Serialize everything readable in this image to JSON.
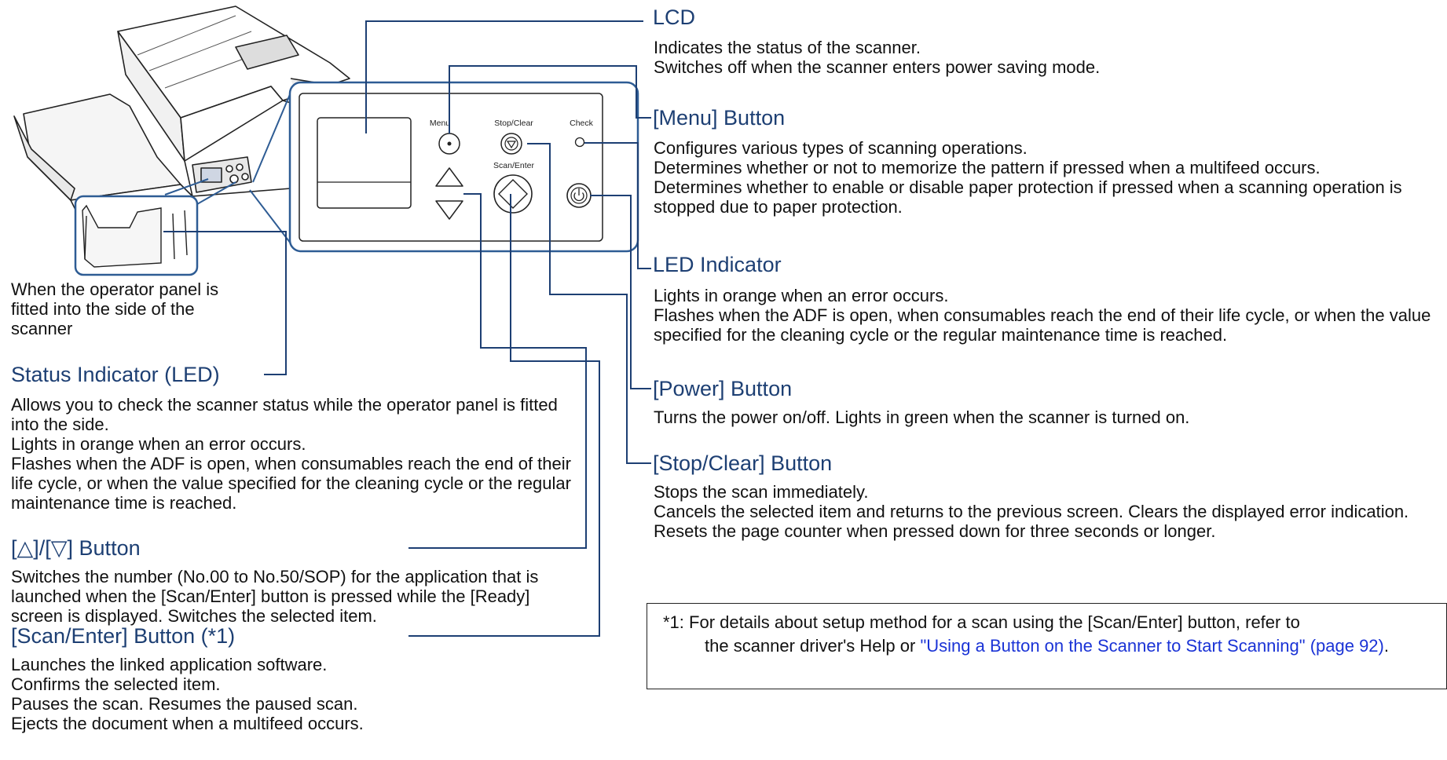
{
  "panel": {
    "menu_label": "Menu",
    "stop_label": "Stop/Clear",
    "check_label": "Check",
    "scan_label": "Scan/Enter"
  },
  "side_caption": [
    "When the operator panel is",
    "fitted into the side of the",
    "scanner"
  ],
  "sections": {
    "lcd": {
      "title": "LCD",
      "lines": [
        "Indicates the status of the scanner.",
        "Switches off when the scanner enters power saving mode."
      ]
    },
    "menu": {
      "title": "[Menu] Button",
      "lines": [
        "Configures various types of scanning operations.",
        "Determines whether or not to memorize the pattern if pressed when a multifeed occurs.",
        "Determines whether to enable or disable paper protection if pressed when a scanning operation is stopped due to paper protection."
      ]
    },
    "led": {
      "title": "LED Indicator",
      "lines": [
        "Lights in orange when an error occurs.",
        "Flashes when the ADF is open, when consumables reach the end of their life cycle, or when the value specified for the cleaning cycle or the regular maintenance time is reached."
      ]
    },
    "power": {
      "title": "[Power] Button",
      "lines": [
        "Turns the power on/off. Lights in green when the scanner is turned on."
      ]
    },
    "stop": {
      "title": "[Stop/Clear] Button",
      "lines": [
        "Stops the scan immediately.",
        "Cancels the selected item and returns to the previous screen. Clears the displayed error indication.",
        "Resets the page counter when pressed down for three seconds or longer."
      ]
    },
    "status": {
      "title": "Status Indicator (LED)",
      "lines": [
        "Allows you to check the scanner status while the operator panel is fitted into the side.",
        "Lights in orange when an error occurs.",
        "Flashes when the ADF is open, when consumables reach the end of their life cycle, or when the value specified for the cleaning cycle or the regular maintenance time is reached."
      ]
    },
    "updown": {
      "title": "[△]/[▽] Button",
      "lines": [
        "Switches the number (No.00 to No.50/SOP) for the application that is launched when the [Scan/Enter] button is pressed while the [Ready] screen is displayed. Switches the selected item."
      ]
    },
    "scan": {
      "title": "[Scan/Enter] Button (*1)",
      "lines": [
        "Launches the linked application software.",
        "Confirms the selected item.",
        "Pauses the scan. Resumes the paused scan.",
        "Ejects the document when a multifeed occurs."
      ]
    }
  },
  "footnote": {
    "prefix": "*1: For details about setup method for a scan using the [Scan/Enter] button, refer to",
    "middle": "the scanner driver's Help or ",
    "link": "\"Using a Button on the Scanner to Start Scanning\" (page 92)",
    "suffix": "."
  }
}
